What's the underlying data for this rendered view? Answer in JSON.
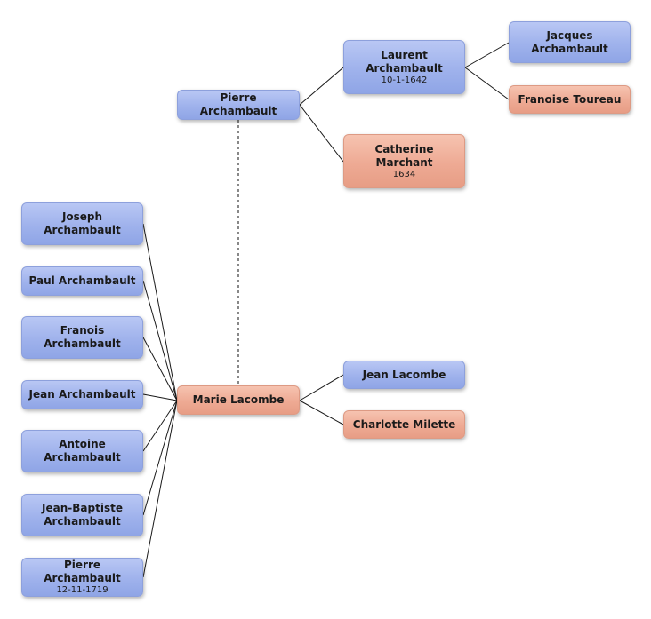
{
  "tree": {
    "pierre_archambault": {
      "name": "Pierre Archambault",
      "gender": "male"
    },
    "laurent_archambault": {
      "name": "Laurent Archambault",
      "date": "10-1-1642",
      "gender": "male"
    },
    "catherine_marchant": {
      "name": "Catherine Marchant",
      "date": "1634",
      "gender": "female"
    },
    "jacques_archambault": {
      "name": "Jacques Archambault",
      "gender": "male"
    },
    "franoise_toureau": {
      "name": "Franoise Toureau",
      "gender": "female"
    },
    "marie_lacombe": {
      "name": "Marie Lacombe",
      "gender": "female"
    },
    "jean_lacombe": {
      "name": "Jean Lacombe",
      "gender": "male"
    },
    "charlotte_milette": {
      "name": "Charlotte Milette",
      "gender": "female"
    },
    "children": [
      {
        "name": "Joseph Archambault",
        "gender": "male"
      },
      {
        "name": "Paul Archambault",
        "gender": "male"
      },
      {
        "name": "Franois Archambault",
        "gender": "male"
      },
      {
        "name": "Jean Archambault",
        "gender": "male"
      },
      {
        "name": "Antoine Archambault",
        "gender": "male"
      },
      {
        "name": "Jean-Baptiste Archambault",
        "gender": "male"
      },
      {
        "name": "Pierre Archambault",
        "date": "12-11-1719",
        "gender": "male"
      }
    ]
  },
  "colors": {
    "male": "#9fb2ec",
    "female": "#eeaa94",
    "link": "#1a1a1a",
    "spouse_link": "#555555"
  }
}
